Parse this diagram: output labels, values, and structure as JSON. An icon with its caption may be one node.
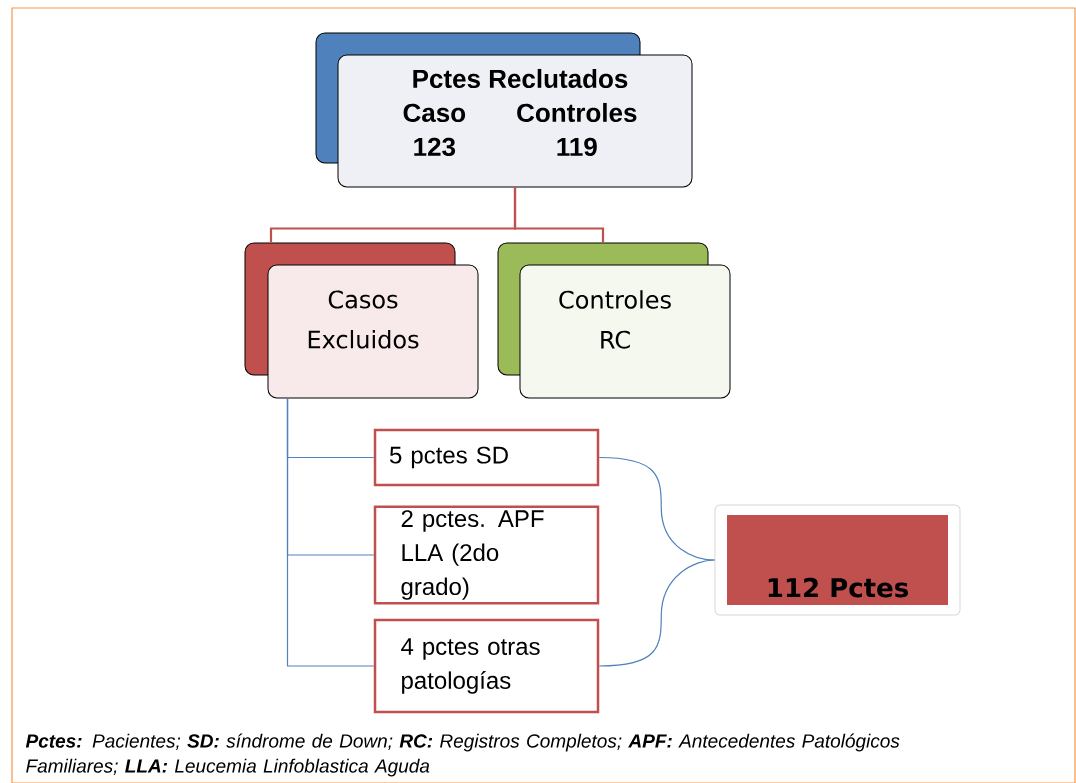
{
  "diagram": {
    "caption": "**Pctes:** Pacientes;   **SD:** síndrome de Down;  **RC:** Registros Completos;  **APF:** Antecedentes Patológicos Familiares;  **LLA:** Leucemia Linfoblastica Aguda",
    "nodes": [
      {
        "text": [
          "Pctes Reclutados",
          "Caso",
          "Controles",
          "123",
          "119"
        ]
      },
      {
        "text": [
          "Casos Excluidos"
        ]
      },
      {
        "text": [
          "Controles RC"
        ]
      },
      {
        "text": [
          "5 pctes SD"
        ]
      },
      {
        "text": [
          "2 pctes. APF LLA (2do grado)"
        ]
      },
      {
        "text": [
          "4 pctes otras patologías"
        ]
      },
      {
        "text": [
          "112 Pctes"
        ]
      }
    ],
    "edges": [
      {
        "from": 0,
        "to": 1,
        "arrow": "none",
        "color": "#c0504d"
      },
      {
        "from": 0,
        "to": 2,
        "arrow": "none",
        "color": "#c0504d"
      },
      {
        "from": 1,
        "to": 3,
        "arrow": "none"
      },
      {
        "from": 1,
        "to": 4,
        "arrow": "none"
      },
      {
        "from": 1,
        "to": 5,
        "arrow": "none"
      },
      {
        "from": 3,
        "to": 6,
        "arrow": "none"
      },
      {
        "from": 5,
        "to": 6,
        "arrow": "none"
      }
    ]
  }
}
